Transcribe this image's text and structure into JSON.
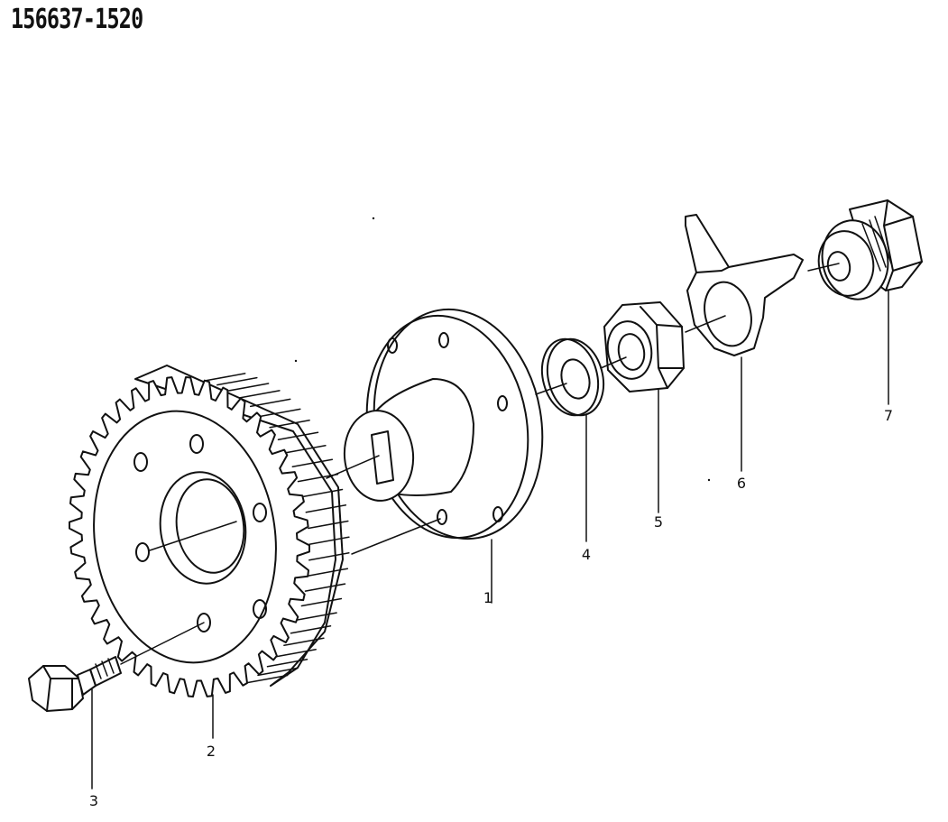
{
  "header": {
    "part_number": "156637-1520"
  },
  "callouts": [
    {
      "id": "1",
      "label": "1"
    },
    {
      "id": "2",
      "label": "2"
    },
    {
      "id": "3",
      "label": "3"
    },
    {
      "id": "4",
      "label": "4"
    },
    {
      "id": "5",
      "label": "5"
    },
    {
      "id": "6",
      "label": "6"
    },
    {
      "id": "7",
      "label": "7"
    }
  ],
  "colors": {
    "ink": "#111111",
    "paper": "#ffffff"
  }
}
